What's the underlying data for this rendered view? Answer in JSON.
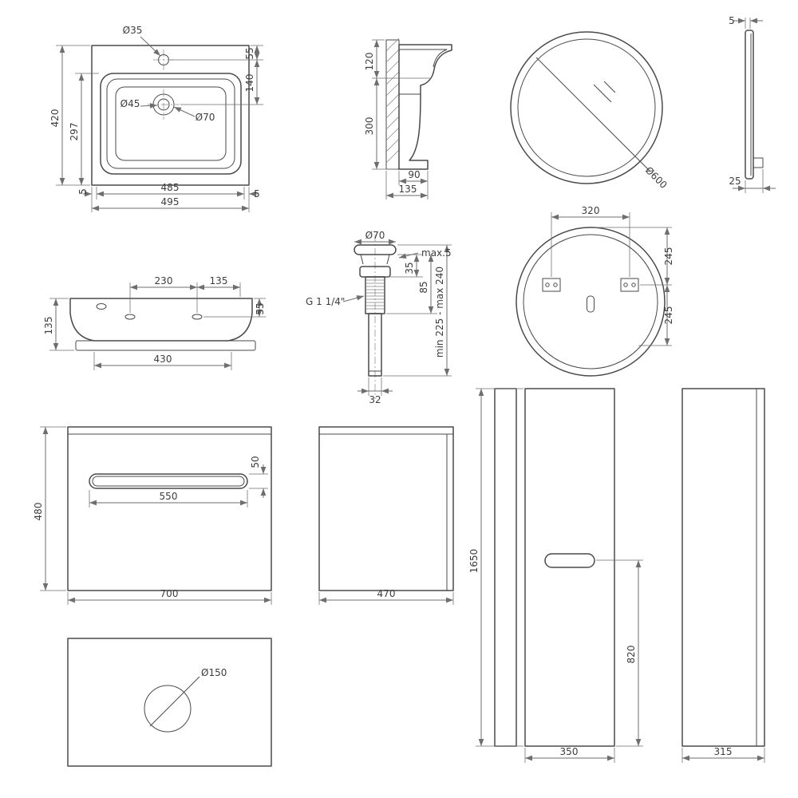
{
  "labels": {
    "sink_top": {
      "d35": "Ø35",
      "d45": "Ø45",
      "d70": "Ø70",
      "h420": "420",
      "h297": "297",
      "off55": "55",
      "off140": "140",
      "gap5_left": "5",
      "w485": "485",
      "w495": "495",
      "gap5_right": "5"
    },
    "sink_section": {
      "h120": "120",
      "h300": "300",
      "d90": "90",
      "d135": "135"
    },
    "mirror_front": {
      "d600": "Ø600"
    },
    "mirror_side": {
      "t5": "5",
      "d25": "25"
    },
    "mirror_rear": {
      "w320": "320",
      "h245_top": "245",
      "h245_bottom": "245"
    },
    "sink_front": {
      "w230": "230",
      "w135": "135",
      "h55": "55",
      "h135": "135",
      "w430": "430"
    },
    "drain": {
      "d70": "Ø70",
      "max5": "max.5",
      "h35": "35",
      "h85": "85",
      "thread": "G 1 1/4\"",
      "range": "min 225 - max 240",
      "w32": "32"
    },
    "vanity_front": {
      "h480": "480",
      "h50": "50",
      "w550": "550",
      "w700": "700"
    },
    "vanity_side": {
      "w470": "470"
    },
    "column_front": {
      "h1650": "1650",
      "h820": "820",
      "w350": "350"
    },
    "column_side": {
      "w315": "315"
    },
    "panel": {
      "d150": "Ø150"
    }
  }
}
